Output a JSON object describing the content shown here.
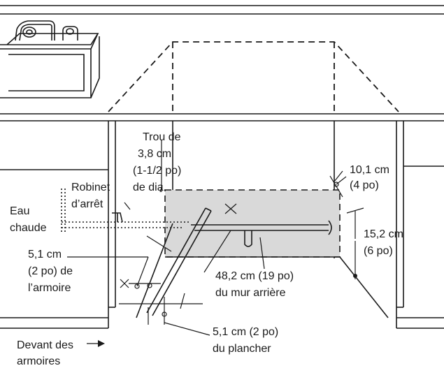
{
  "labels": {
    "hole_size_1": "Trou de",
    "hole_size_2": "3,8 cm",
    "hole_size_3": "(1-1/2 po)",
    "hole_size_4": "de dia.",
    "shutoff_valve_1": "Robinet",
    "shutoff_valve_2": "d’arrêt",
    "hot_water_1": "Eau",
    "hot_water_2": "chaude",
    "from_cabinet_1": "5,1 cm",
    "from_cabinet_2": "(2 po) de",
    "from_cabinet_3": "l’armoire",
    "back_wall_1": "48,2 cm (19 po)",
    "back_wall_2": "du mur arrière",
    "from_floor_1": "5,1 cm (2 po)",
    "from_floor_2": "du plancher",
    "cabinet_front_1": "Devant des",
    "cabinet_front_2": "armoires",
    "dim_top_1": "10,1 cm",
    "dim_top_2": "(4 po)",
    "dim_side_1": "15,2 cm",
    "dim_side_2": "(6 po)"
  },
  "colors": {
    "line": "#1a1a1a",
    "shaded_zone": "#d9d9d9"
  }
}
